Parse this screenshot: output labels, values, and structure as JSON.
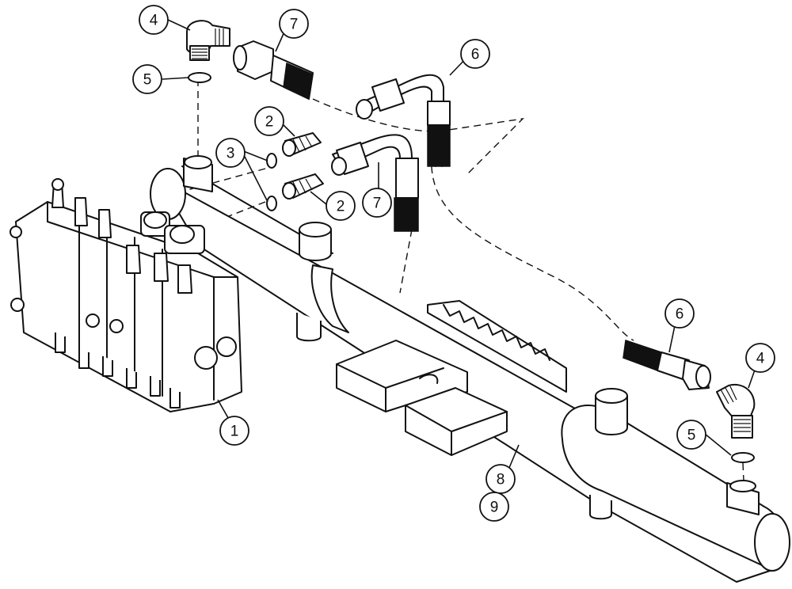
{
  "callouts": {
    "c1": "1",
    "c2a": "2",
    "c2b": "2",
    "c3": "3",
    "c4a": "4",
    "c4b": "4",
    "c5a": "5",
    "c5b": "5",
    "c6a": "6",
    "c6b": "6",
    "c7a": "7",
    "c7b": "7",
    "c8": "8",
    "c9": "9"
  }
}
